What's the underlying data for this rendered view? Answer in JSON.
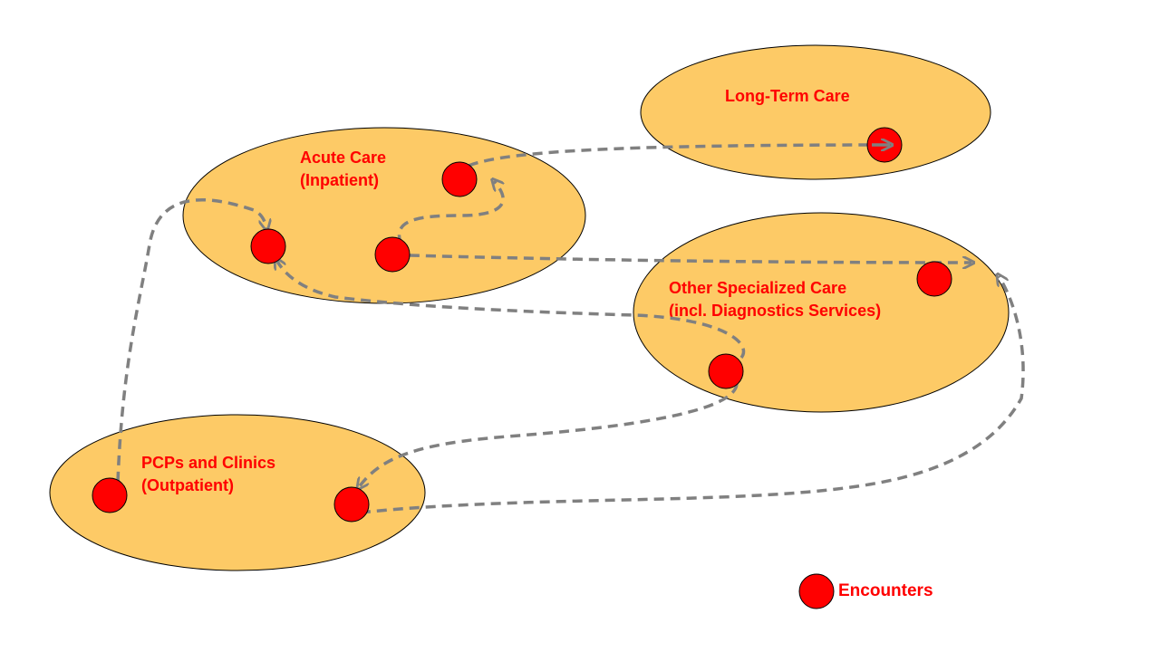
{
  "colors": {
    "cluster_fill": "#fdca66",
    "cluster_stroke": "#000000",
    "encounter_fill": "#ff0000",
    "encounter_stroke": "#000000",
    "label_text": "#ff0000",
    "path_stroke": "#808080"
  },
  "clusters": {
    "long_term": {
      "lines": [
        "Long-Term Care"
      ]
    },
    "acute": {
      "lines": [
        "Acute Care",
        "(Inpatient)"
      ]
    },
    "specialized": {
      "lines": [
        "Other Specialized Care",
        "(incl. Diagnostics Services)"
      ]
    },
    "pcp": {
      "lines": [
        "PCPs and Clinics",
        "(Outpatient)"
      ]
    }
  },
  "legend": {
    "label": "Encounters",
    "icon": "encounter-circle"
  }
}
